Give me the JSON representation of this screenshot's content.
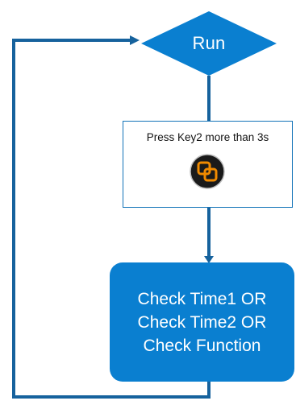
{
  "flowchart": {
    "run_label": "Run",
    "press_label": "Press Key2 more than 3s",
    "key_icon": "key-combo-icon",
    "check_lines": [
      "Check Time1 OR",
      "Check Time2 OR",
      "Check Function"
    ]
  },
  "colors": {
    "diamond": "#0a7fd0",
    "process": "#0a7fd0",
    "connector": "#16629d",
    "box_border": "#1273b8",
    "icon_bg": "#1a1a1a",
    "icon_accent": "#f08a00"
  }
}
